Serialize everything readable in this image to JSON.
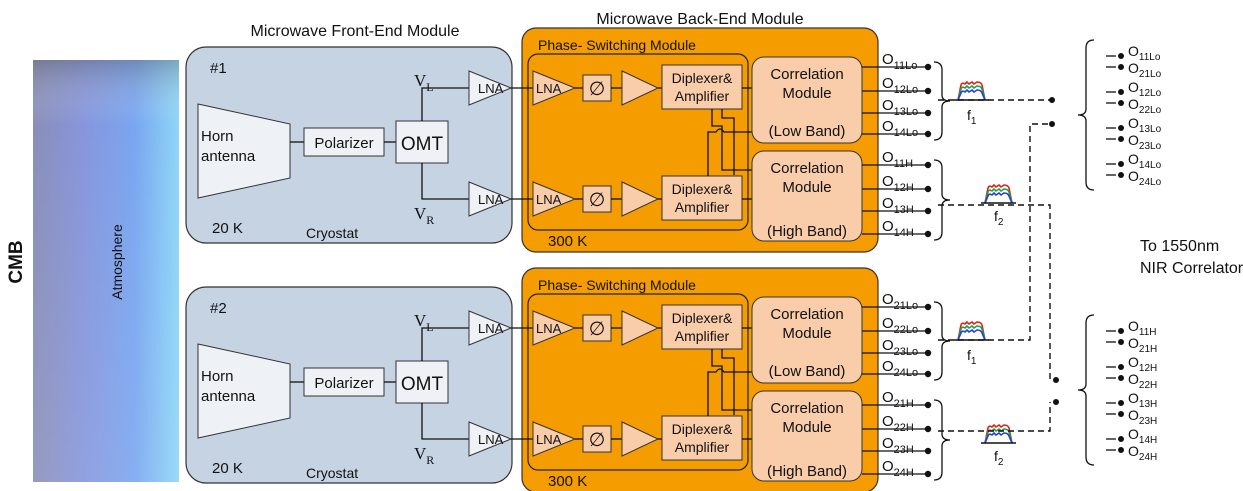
{
  "labels": {
    "cmb": "CMB",
    "atmosphere": "Atmosphere",
    "front_end_title": "Microwave Front-End Module",
    "back_end_title": "Microwave Back-End Module",
    "to_correlator_line1": "To 1550nm",
    "to_correlator_line2": "NIR Correlator"
  },
  "receivers": [
    {
      "id": "#1",
      "temp_front": "20 K",
      "cryostat": "Cryostat",
      "temp_back": "300 K",
      "horn_line1": "Horn",
      "horn_line2": "antenna",
      "polarizer": "Polarizer",
      "omt": "OMT",
      "vl_main": "V",
      "vl_sub": "L",
      "vr_main": "V",
      "vr_sub": "R",
      "lna": "LNA",
      "phase_switching": "Phase- Switching Module",
      "diplexer_line1": "Diplexer&",
      "diplexer_line2": "Amplifier",
      "phase_symbol": "∅",
      "low_band": {
        "line1": "Correlation",
        "line2": "Module",
        "line3": "(Low Band)"
      },
      "high_band": {
        "line1": "Correlation",
        "line2": "Module",
        "line3": "(High Band)"
      },
      "low_outputs": [
        [
          "O",
          "11Lo"
        ],
        [
          "O",
          "12Lo"
        ],
        [
          "O",
          "13Lo"
        ],
        [
          "O",
          "14Lo"
        ]
      ],
      "high_outputs": [
        [
          "O",
          "11H"
        ],
        [
          "O",
          "12H"
        ],
        [
          "O",
          "13H"
        ],
        [
          "O",
          "14H"
        ]
      ],
      "f_low": [
        "f",
        "1"
      ],
      "f_high": [
        "f",
        "2"
      ]
    },
    {
      "id": "#2",
      "temp_front": "20 K",
      "cryostat": "Cryostat",
      "temp_back": "300 K",
      "horn_line1": "Horn",
      "horn_line2": "antenna",
      "polarizer": "Polarizer",
      "omt": "OMT",
      "vl_main": "V",
      "vl_sub": "L",
      "vr_main": "V",
      "vr_sub": "R",
      "lna": "LNA",
      "phase_switching": "Phase- Switching Module",
      "diplexer_line1": "Diplexer&",
      "diplexer_line2": "Amplifier",
      "phase_symbol": "∅",
      "low_band": {
        "line1": "Correlation",
        "line2": "Module",
        "line3": "(Low Band)"
      },
      "high_band": {
        "line1": "Correlation",
        "line2": "Module",
        "line3": "(High Band)"
      },
      "low_outputs": [
        [
          "O",
          "21Lo"
        ],
        [
          "O",
          "22Lo"
        ],
        [
          "O",
          "23Lo"
        ],
        [
          "O",
          "24Lo"
        ]
      ],
      "high_outputs": [
        [
          "O",
          "21H"
        ],
        [
          "O",
          "22H"
        ],
        [
          "O",
          "23H"
        ],
        [
          "O",
          "24H"
        ]
      ],
      "f_low": [
        "f",
        "1"
      ],
      "f_high": [
        "f",
        "2"
      ]
    }
  ],
  "lo_pairs": [
    [
      [
        "O",
        "11Lo"
      ],
      [
        "O",
        "21Lo"
      ]
    ],
    [
      [
        "O",
        "12Lo"
      ],
      [
        "O",
        "22Lo"
      ]
    ],
    [
      [
        "O",
        "13Lo"
      ],
      [
        "O",
        "23Lo"
      ]
    ],
    [
      [
        "O",
        "14Lo"
      ],
      [
        "O",
        "24Lo"
      ]
    ]
  ],
  "h_pairs": [
    [
      [
        "O",
        "11H"
      ],
      [
        "O",
        "21H"
      ]
    ],
    [
      [
        "O",
        "12H"
      ],
      [
        "O",
        "22H"
      ]
    ],
    [
      [
        "O",
        "13H"
      ],
      [
        "O",
        "23H"
      ]
    ],
    [
      [
        "O",
        "14H"
      ],
      [
        "O",
        "24H"
      ]
    ]
  ],
  "colors": {
    "front_end_fill": "#c5d3e3",
    "back_end_fill": "#f59c00",
    "block_fill": "#f9ccaa",
    "light_block": "#eef1f5",
    "spectrum_red": "#e02020",
    "spectrum_green": "#20a040",
    "spectrum_blue": "#2040e0"
  }
}
